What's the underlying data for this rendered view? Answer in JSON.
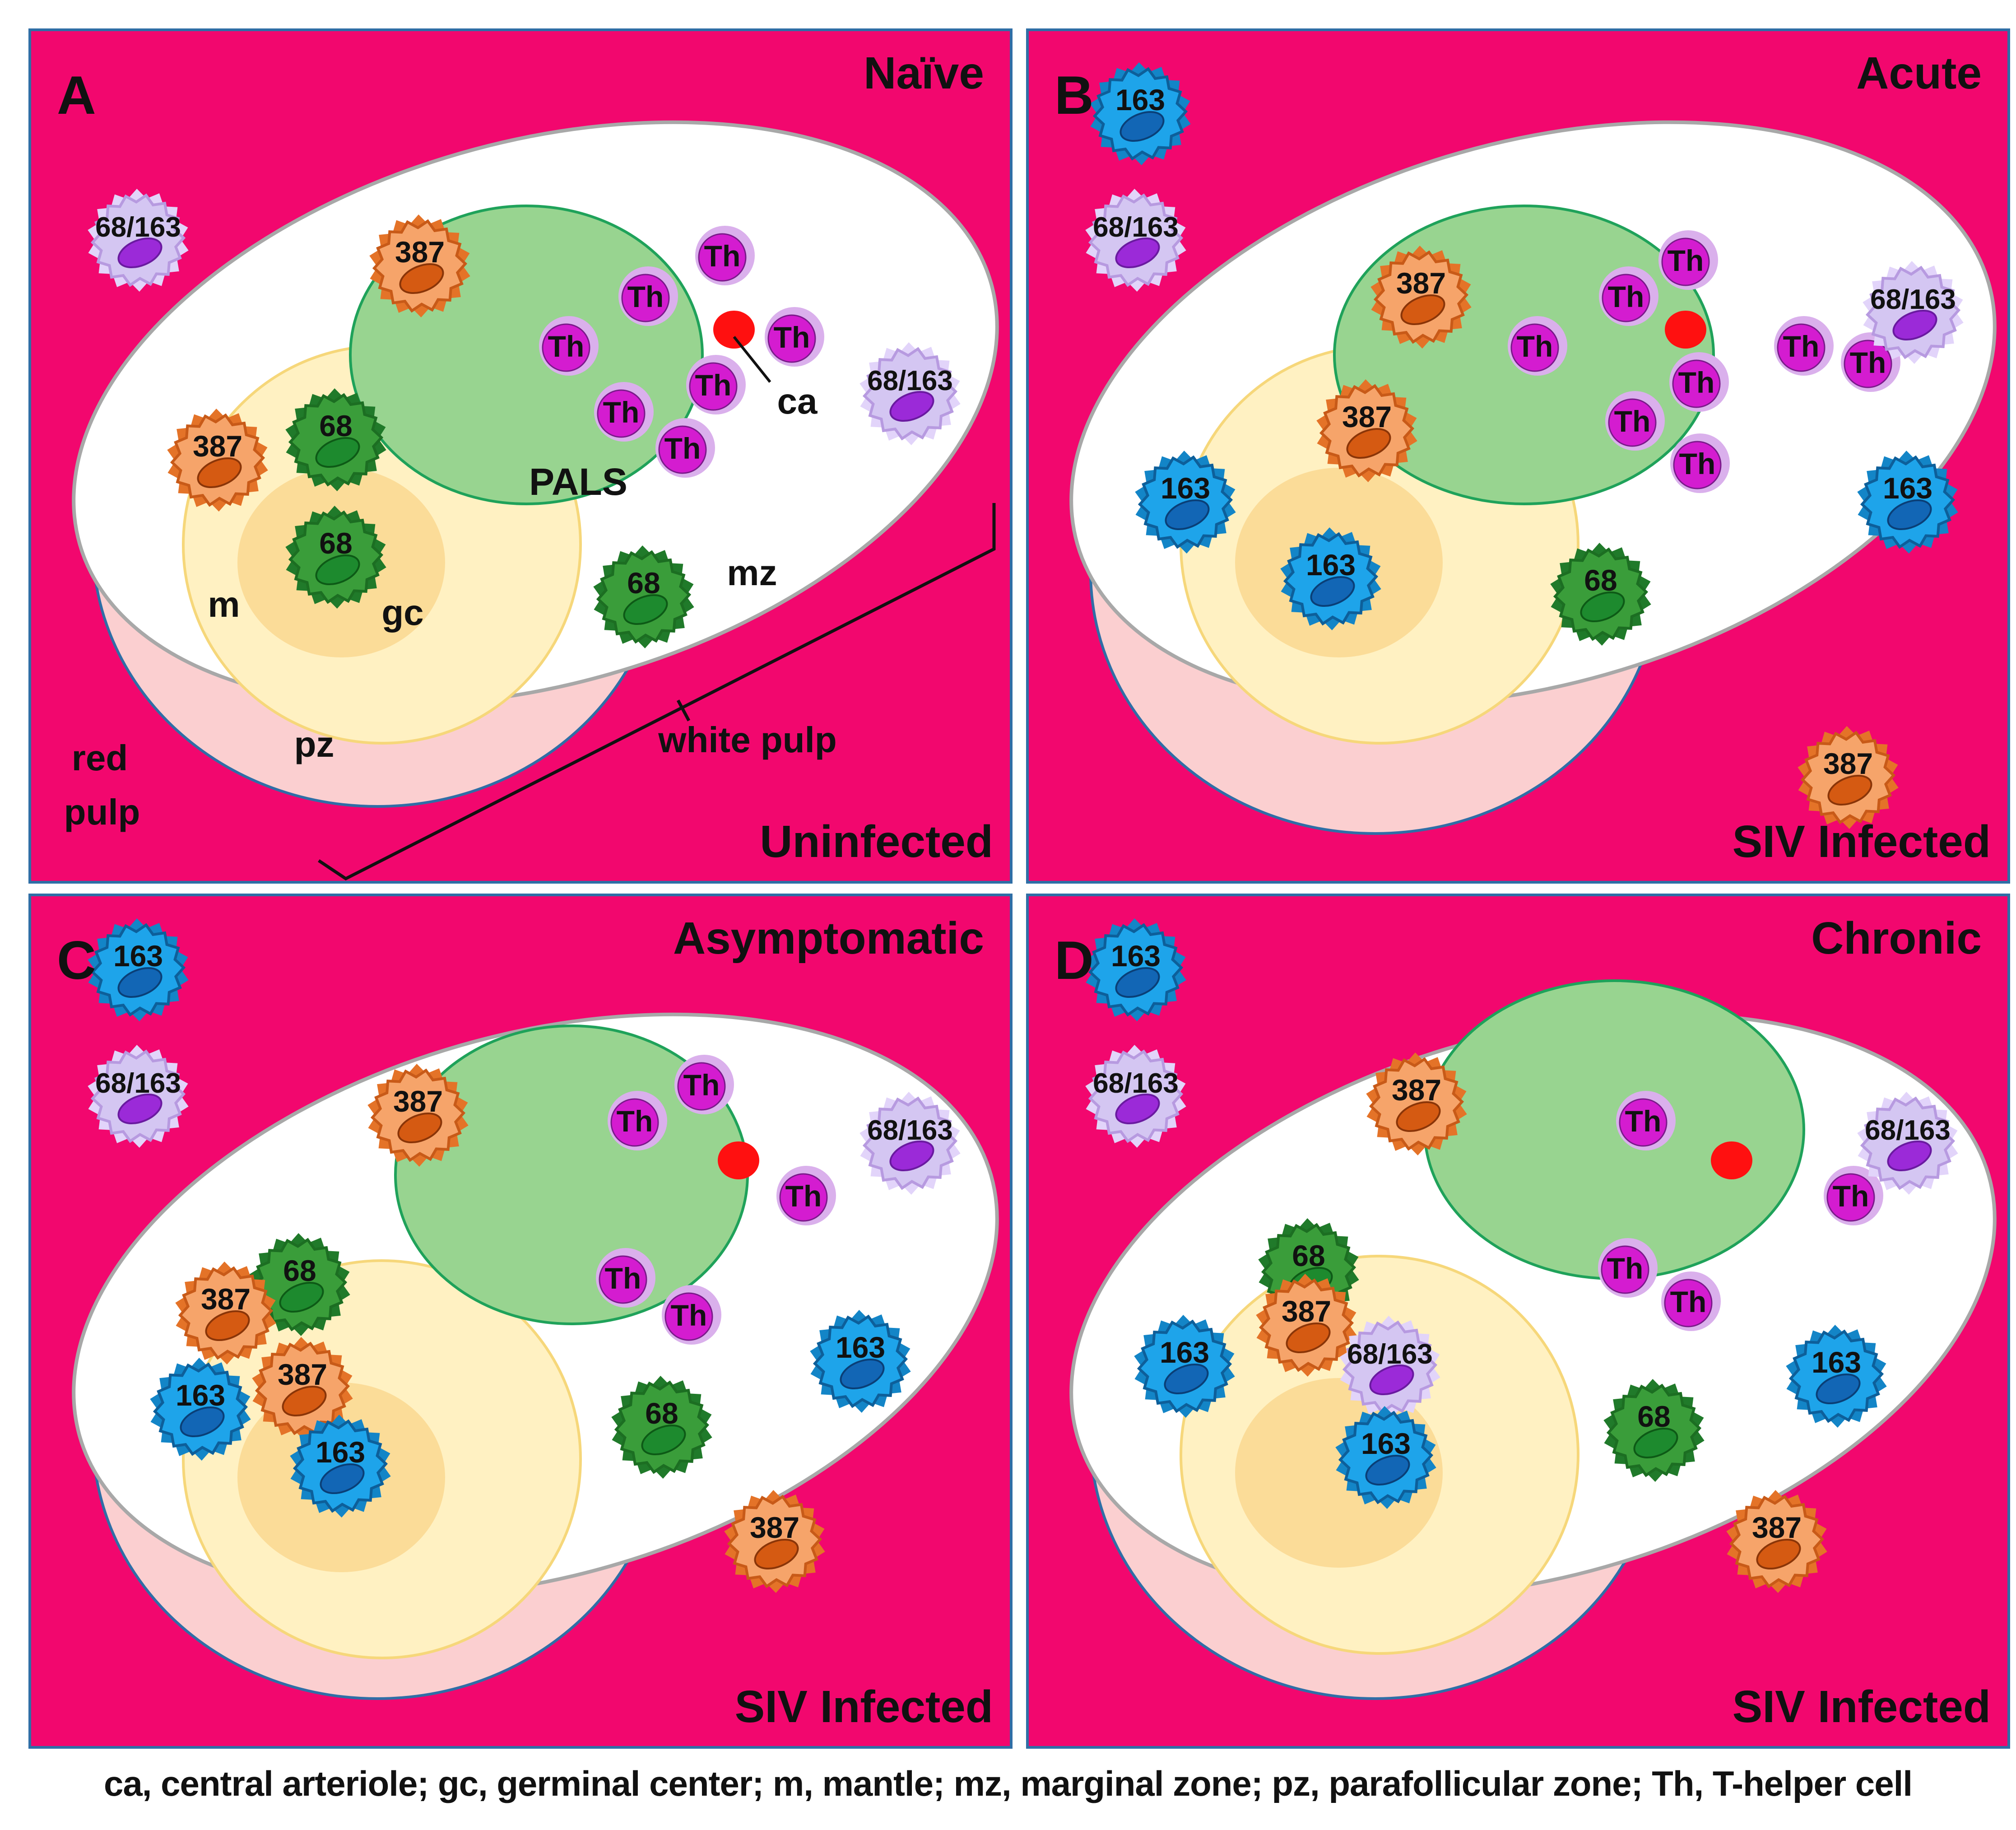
{
  "colors": {
    "background": "#f2076e",
    "white_pulp": "#ffffff",
    "pals": "#98d490",
    "pals_border": "#1fa25a",
    "mantle": "#fff1c2",
    "germinal_center": "#fbdc98",
    "pz": "#fbcfd0",
    "arteriole": "#ff1010",
    "th_body": "#d41cd0",
    "th_halo": "#dab0ec",
    "cell_68": "#39a03a",
    "cell_163": "#1aa0e8",
    "cell_387": "#f39a5a",
    "cell_68_163": "#c8b8ee"
  },
  "caption": "ca, central arteriole; gc, germinal center; m, mantle; mz, marginal zone; pz, parafollicular zone; Th, T-helper cell",
  "panels": [
    {
      "letter": "A",
      "stage": "Naïve",
      "status": "Uninfected",
      "labels": {
        "ca": "ca",
        "pals": "PALS",
        "mz": "mz",
        "m": "m",
        "gc": "gc",
        "pz": "pz",
        "red_pulp_1": "red",
        "red_pulp_2": "pulp",
        "white_pulp": "white pulp"
      },
      "cells": [
        {
          "type": "68/163",
          "label": "68/163"
        },
        {
          "type": "387",
          "label": "387"
        },
        {
          "type": "68/163",
          "label": "68/163"
        },
        {
          "type": "387",
          "label": "387"
        },
        {
          "type": "68",
          "label": "68"
        },
        {
          "type": "68",
          "label": "68"
        },
        {
          "type": "68",
          "label": "68"
        }
      ],
      "th_cells": [
        "Th",
        "Th",
        "Th",
        "Th",
        "Th",
        "Th",
        "Th"
      ]
    },
    {
      "letter": "B",
      "stage": "Acute",
      "status": "SIV Infected",
      "cells": [
        {
          "type": "163",
          "label": "163"
        },
        {
          "type": "68/163",
          "label": "68/163"
        },
        {
          "type": "387",
          "label": "387"
        },
        {
          "type": "68/163",
          "label": "68/163"
        },
        {
          "type": "387",
          "label": "387"
        },
        {
          "type": "163",
          "label": "163"
        },
        {
          "type": "163",
          "label": "163"
        },
        {
          "type": "163",
          "label": "163"
        },
        {
          "type": "68",
          "label": "68"
        },
        {
          "type": "387",
          "label": "387"
        }
      ],
      "th_cells": [
        "Th",
        "Th",
        "Th",
        "Th",
        "Th",
        "Th",
        "Th",
        "Th"
      ]
    },
    {
      "letter": "C",
      "stage": "Asymptomatic",
      "status": "SIV Infected",
      "cells": [
        {
          "type": "163",
          "label": "163"
        },
        {
          "type": "68/163",
          "label": "68/163"
        },
        {
          "type": "387",
          "label": "387"
        },
        {
          "type": "68/163",
          "label": "68/163"
        },
        {
          "type": "68",
          "label": "68"
        },
        {
          "type": "387",
          "label": "387"
        },
        {
          "type": "387",
          "label": "387"
        },
        {
          "type": "163",
          "label": "163"
        },
        {
          "type": "163",
          "label": "163"
        },
        {
          "type": "163",
          "label": "163"
        },
        {
          "type": "68",
          "label": "68"
        },
        {
          "type": "387",
          "label": "387"
        }
      ],
      "th_cells": [
        "Th",
        "Th",
        "Th",
        "Th",
        "Th"
      ]
    },
    {
      "letter": "D",
      "stage": "Chronic",
      "status": "SIV Infected",
      "cells": [
        {
          "type": "163",
          "label": "163"
        },
        {
          "type": "68/163",
          "label": "68/163"
        },
        {
          "type": "387",
          "label": "387"
        },
        {
          "type": "68/163",
          "label": "68/163"
        },
        {
          "type": "68",
          "label": "68"
        },
        {
          "type": "387",
          "label": "387"
        },
        {
          "type": "163",
          "label": "163"
        },
        {
          "type": "68/163",
          "label": "68/163"
        },
        {
          "type": "163",
          "label": "163"
        },
        {
          "type": "163",
          "label": "163"
        },
        {
          "type": "68",
          "label": "68"
        },
        {
          "type": "387",
          "label": "387"
        }
      ],
      "th_cells": [
        "Th",
        "Th",
        "Th",
        "Th"
      ]
    }
  ]
}
